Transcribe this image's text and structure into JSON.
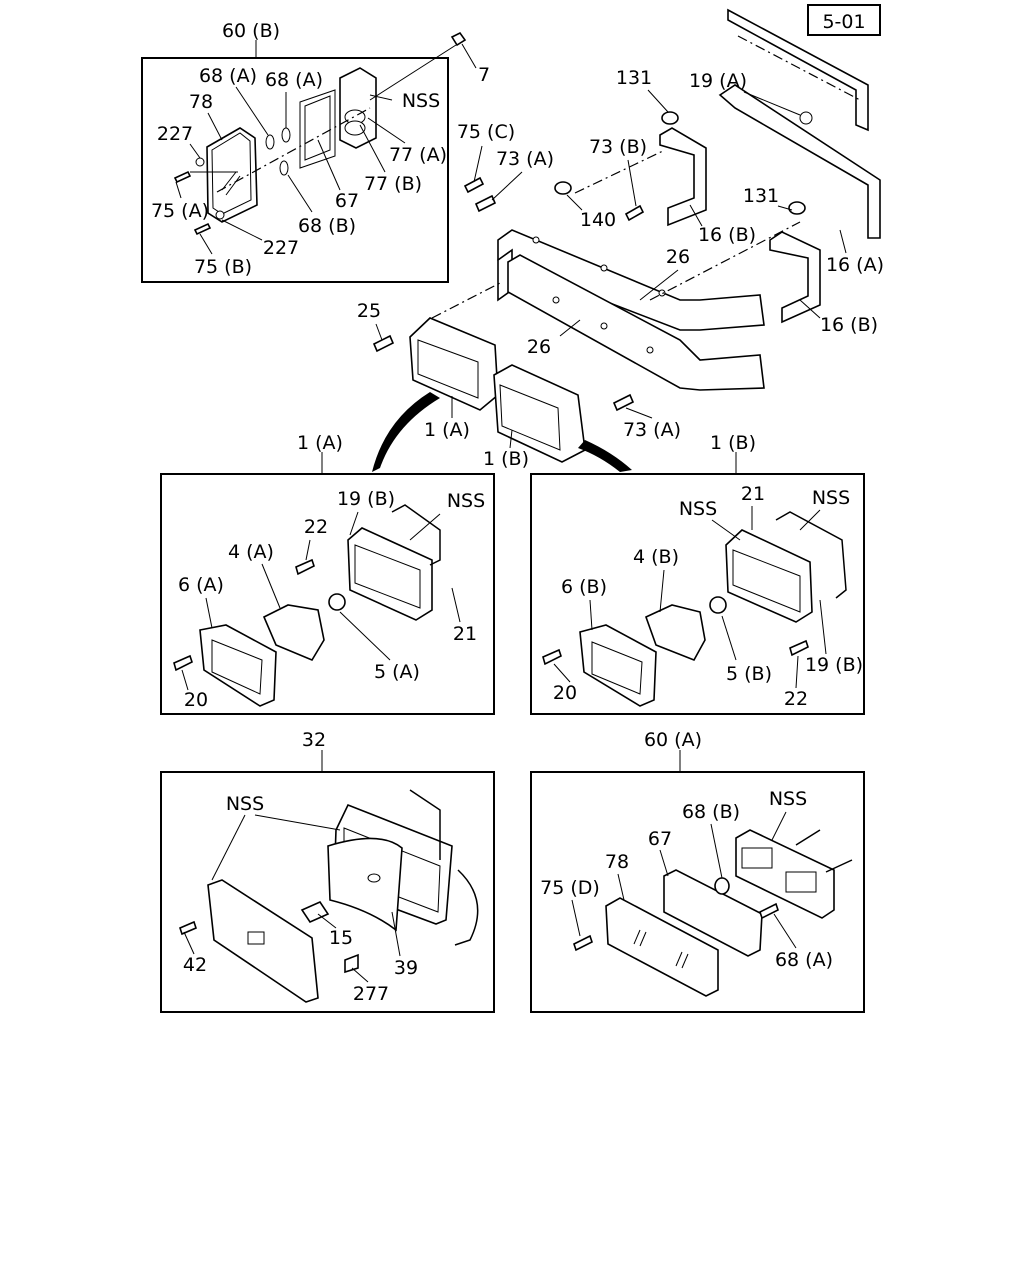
{
  "page_ref": "5-01",
  "panels": {
    "p60b": {
      "title": "60 (B)"
    },
    "p1a": {
      "title": "1 (A)"
    },
    "p1b": {
      "title": "1 (B)"
    },
    "p32": {
      "title": "32"
    },
    "p60a": {
      "title": "60 (A)"
    }
  },
  "labels": {
    "p60b_68a_1": "68 (A)",
    "p60b_68a_2": "68 (A)",
    "p60b_78": "78",
    "p60b_227a": "227",
    "p60b_75a": "75 (A)",
    "p60b_75b": "75 (B)",
    "p60b_227b": "227",
    "p60b_68b": "68 (B)",
    "p60b_67": "67",
    "p60b_77b": "77 (B)",
    "p60b_77a": "77 (A)",
    "p60b_nss": "NSS",
    "m_7": "7",
    "m_75c": "75 (C)",
    "m_73a_1": "73 (A)",
    "m_140": "140",
    "m_131_1": "131",
    "m_19a": "19 (A)",
    "m_73b": "73 (B)",
    "m_131_2": "131",
    "m_16b_1": "16 (B)",
    "m_16a": "16 (A)",
    "m_16b_2": "16 (B)",
    "m_26_1": "26",
    "m_26_2": "26",
    "m_25": "25",
    "m_1a": "1 (A)",
    "m_1b": "1 (B)",
    "m_73a_2": "73 (A)",
    "p1a_19b": "19 (B)",
    "p1a_nss": "NSS",
    "p1a_22": "22",
    "p1a_4a": "4 (A)",
    "p1a_6a": "6 (A)",
    "p1a_21": "21",
    "p1a_5a": "5 (A)",
    "p1a_20": "20",
    "p1b_nss_1": "NSS",
    "p1b_21": "21",
    "p1b_nss_2": "NSS",
    "p1b_4b": "4 (B)",
    "p1b_6b": "6 (B)",
    "p1b_5b": "5 (B)",
    "p1b_19b": "19 (B)",
    "p1b_20": "20",
    "p1b_22": "22",
    "p32_nss": "NSS",
    "p32_15": "15",
    "p32_42": "42",
    "p32_39": "39",
    "p32_277": "277",
    "p60a_68b": "68 (B)",
    "p60a_nss": "NSS",
    "p60a_67": "67",
    "p60a_78": "78",
    "p60a_75d": "75 (D)",
    "p60a_68a": "68 (A)"
  }
}
